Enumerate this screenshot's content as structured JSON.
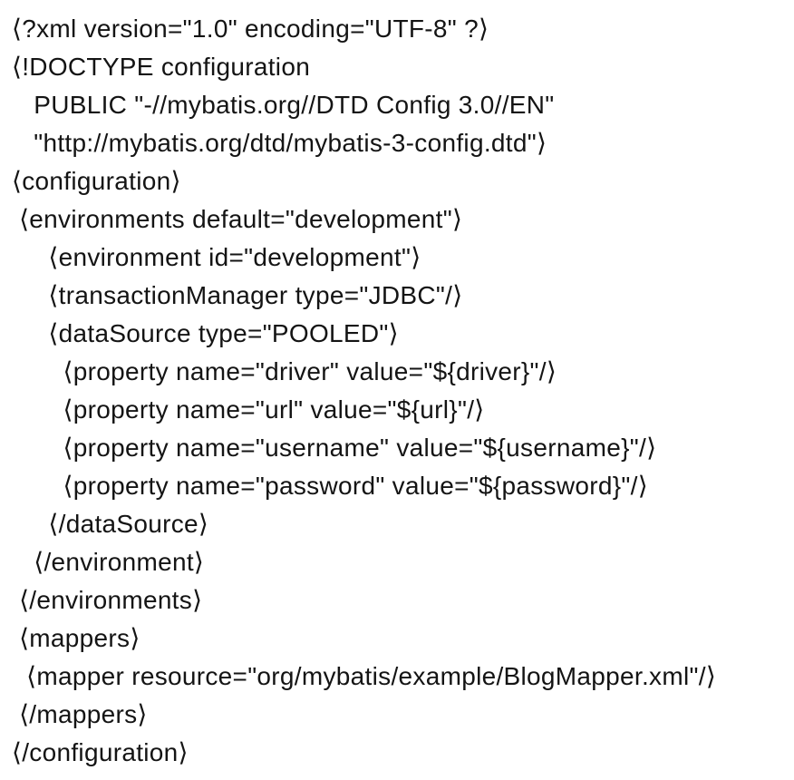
{
  "page": {
    "background": "#ffffff",
    "text_color": "#141414"
  },
  "code_block": {
    "bracket_glyphs": {
      "lt": "⟨",
      "gt": "⟩"
    },
    "lines": [
      "<?xml version=\"1.0\" encoding=\"UTF-8\" ?>",
      "<!DOCTYPE configuration",
      "   PUBLIC \"-//mybatis.org//DTD Config 3.0//EN\"",
      "   \"http://mybatis.org/dtd/mybatis-3-config.dtd\">",
      "<configuration>",
      " <environments default=\"development\">",
      "     <environment id=\"development\">",
      "     <transactionManager type=\"JDBC\"/>",
      "     <dataSource type=\"POOLED\">",
      "       <property name=\"driver\" value=\"${driver}\"/>",
      "       <property name=\"url\" value=\"${url}\"/>",
      "       <property name=\"username\" value=\"${username}\"/>",
      "       <property name=\"password\" value=\"${password}\"/>",
      "     </dataSource>",
      "   </environment>",
      " </environments>",
      " <mappers>",
      "  <mapper resource=\"org/mybatis/example/BlogMapper.xml\"/>",
      " </mappers>",
      "</configuration>"
    ]
  }
}
